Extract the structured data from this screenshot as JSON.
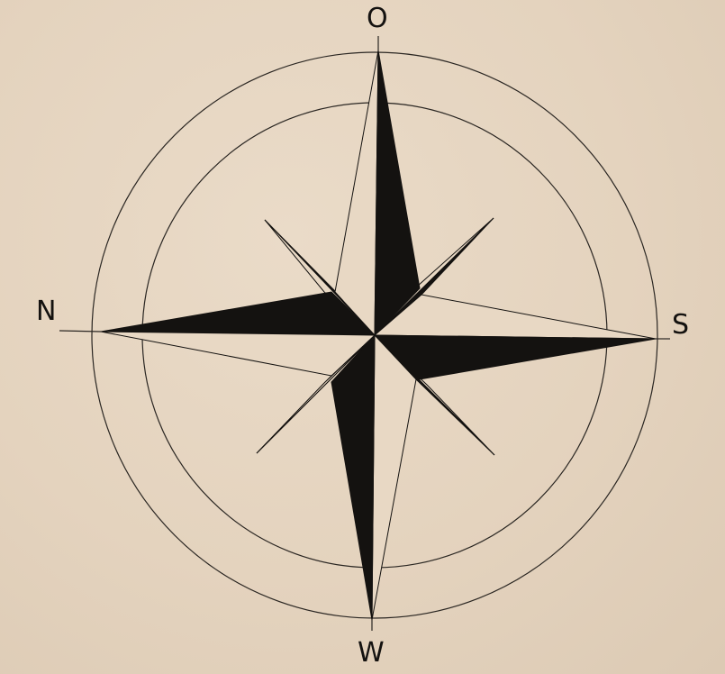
{
  "compass": {
    "labels": {
      "top": "O",
      "left": "N",
      "right": "S",
      "bottom": "W"
    },
    "colors": {
      "paper": "#e6d6c2",
      "ink": "#141210"
    }
  }
}
